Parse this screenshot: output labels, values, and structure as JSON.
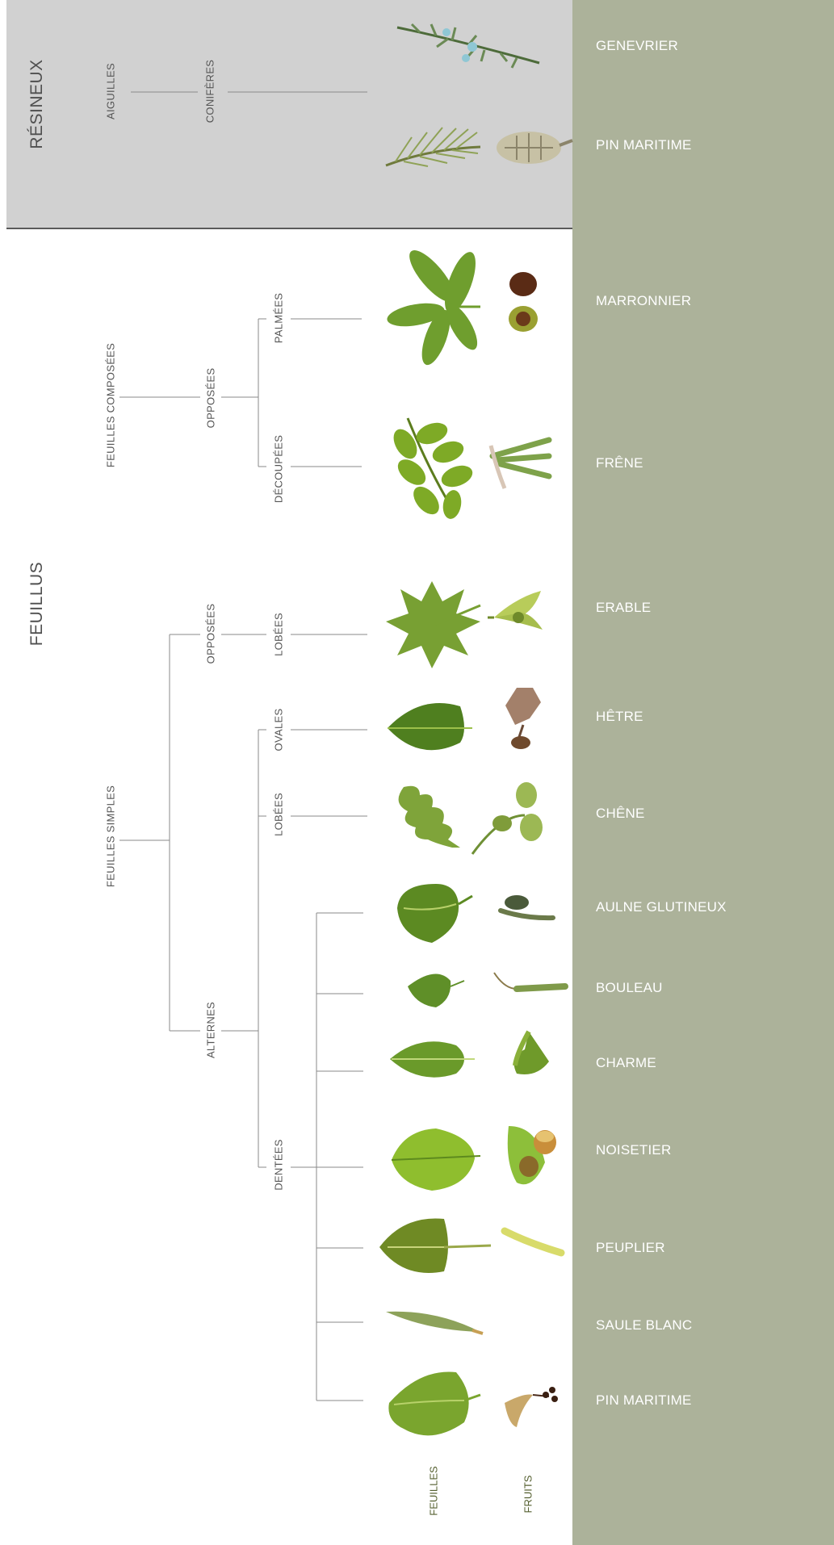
{
  "groups": {
    "resineux": "RÉSINEUX",
    "feuillus": "FEUILLUS"
  },
  "branches": {
    "aiguilles": "AIGUILLES",
    "coniferes": "CONIFÈRES",
    "feuilles_composees": "FEUILLES COMPOSÉES",
    "opposees_composees": "OPPOSÉES",
    "palmees": "PALMÉES",
    "decoupees": "DÉCOUPÉES",
    "feuilles_simples": "FEUILLES SIMPLES",
    "opposees_simples": "OPPOSÉES",
    "lobees_opposees": "LOBÉES",
    "alternes": "ALTERNES",
    "ovales": "OVALES",
    "lobees_alternes": "LOBÉES",
    "dentees": "DENTÉES"
  },
  "species": [
    "GENEVRIER",
    "PIN MARITIME",
    "MARRONNIER",
    "FRÊNE",
    "ERABLE",
    "HÊTRE",
    "CHÊNE",
    "AULNE GLUTINEUX",
    "BOULEAU",
    "CHARME",
    "NOISETIER",
    "PEUPLIER",
    "SAULE BLANC",
    "PIN MARITIME"
  ],
  "columns": {
    "feuilles": "FEUILLES",
    "fruits": "FRUITS"
  },
  "colors": {
    "resineux_bg": "#d1d1d1",
    "names_bg": "#acb29a",
    "line": "#8a8a8a",
    "leaf_dark": "#4d6b1c",
    "leaf_mid": "#7aa22a",
    "leaf_light": "#a9c84a"
  }
}
